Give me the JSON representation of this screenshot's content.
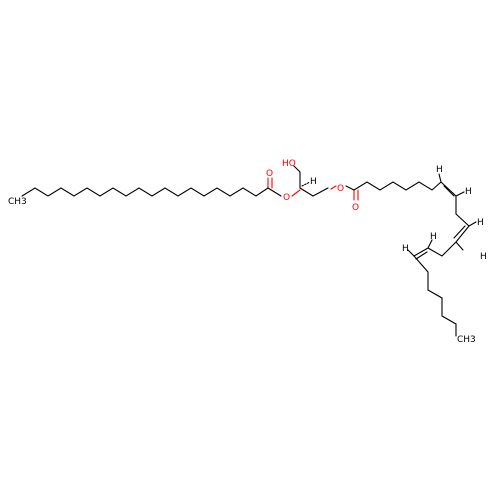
{
  "molecule": {
    "atom_labels": {
      "ch3_left": "CH3",
      "ch3_right": "CH3",
      "oh": "HO",
      "o_ester_left": "O",
      "o_carbonyl_left": "O",
      "o_ester_right": "O",
      "o_carbonyl_right": "O",
      "h_stereo": "H",
      "h_db1_a": "H",
      "h_db1_b": "H",
      "h_db2_a": "H",
      "h_db2_b": "H",
      "h_db3_a": "H",
      "h_db3_b": "H"
    }
  },
  "colors": {
    "carbon": "#000000",
    "oxygen": "#ff0000",
    "background": "#ffffff"
  }
}
